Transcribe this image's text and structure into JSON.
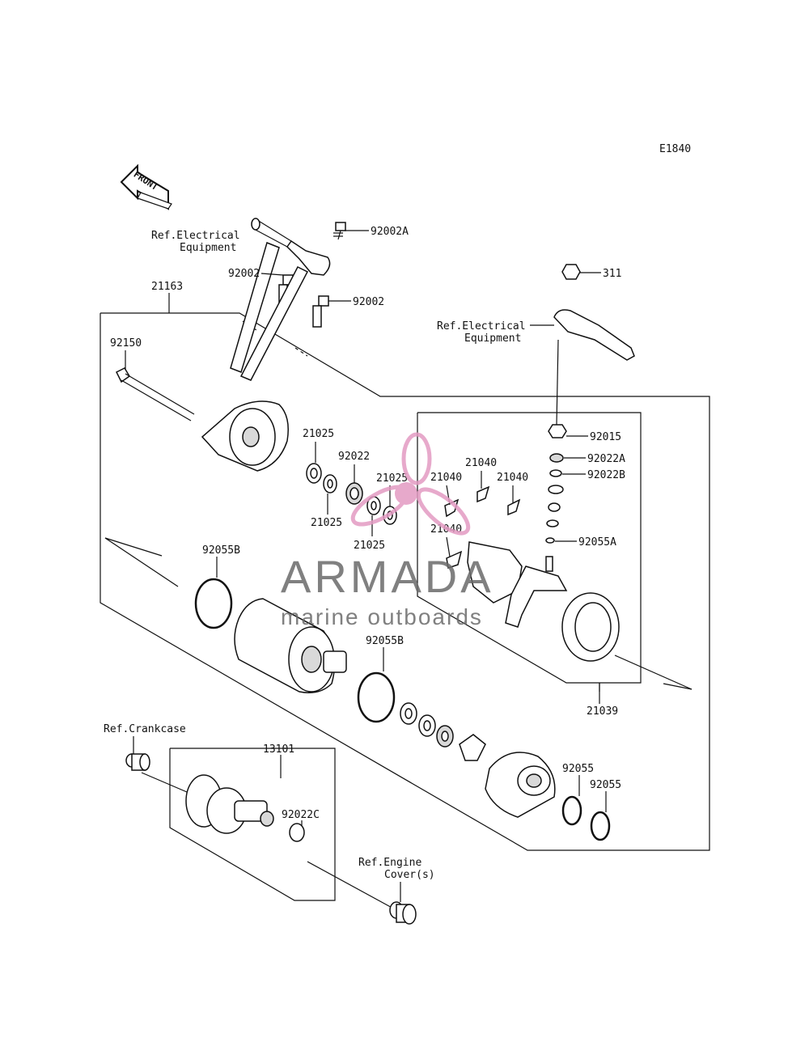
{
  "diagram_code": "E1840",
  "front_label": "FRONT",
  "watermark": {
    "brand": "ARMADA",
    "tagline": "marine outboards",
    "logo_color": "#e39bc3"
  },
  "refs": {
    "electrical_top_1": "Ref.Electrical",
    "electrical_top_2": "Equipment",
    "electrical_right_1": "Ref.Electrical",
    "electrical_right_2": "Equipment",
    "crankcase": "Ref.Crankcase",
    "engine_cover_1": "Ref.Engine",
    "engine_cover_2": "Cover(s)"
  },
  "parts": {
    "p92002A": "92002A",
    "p92002_left": "92002",
    "p92002_right": "92002",
    "p311": "311",
    "p21163": "21163",
    "p92150": "92150",
    "p21025_a": "21025",
    "p92022": "92022",
    "p21025_b": "21025",
    "p21025_c": "21025",
    "p21025_d": "21025",
    "p21040_a": "21040",
    "p21040_b": "21040",
    "p21040_c": "21040",
    "p21040_d": "21040",
    "p92015": "92015",
    "p92022A": "92022A",
    "p92022B": "92022B",
    "p92055A": "92055A",
    "p92055B_a": "92055B",
    "p92055B_b": "92055B",
    "p21039": "21039",
    "p13101": "13101",
    "p92022C": "92022C",
    "p92055_a": "92055",
    "p92055_b": "92055"
  }
}
